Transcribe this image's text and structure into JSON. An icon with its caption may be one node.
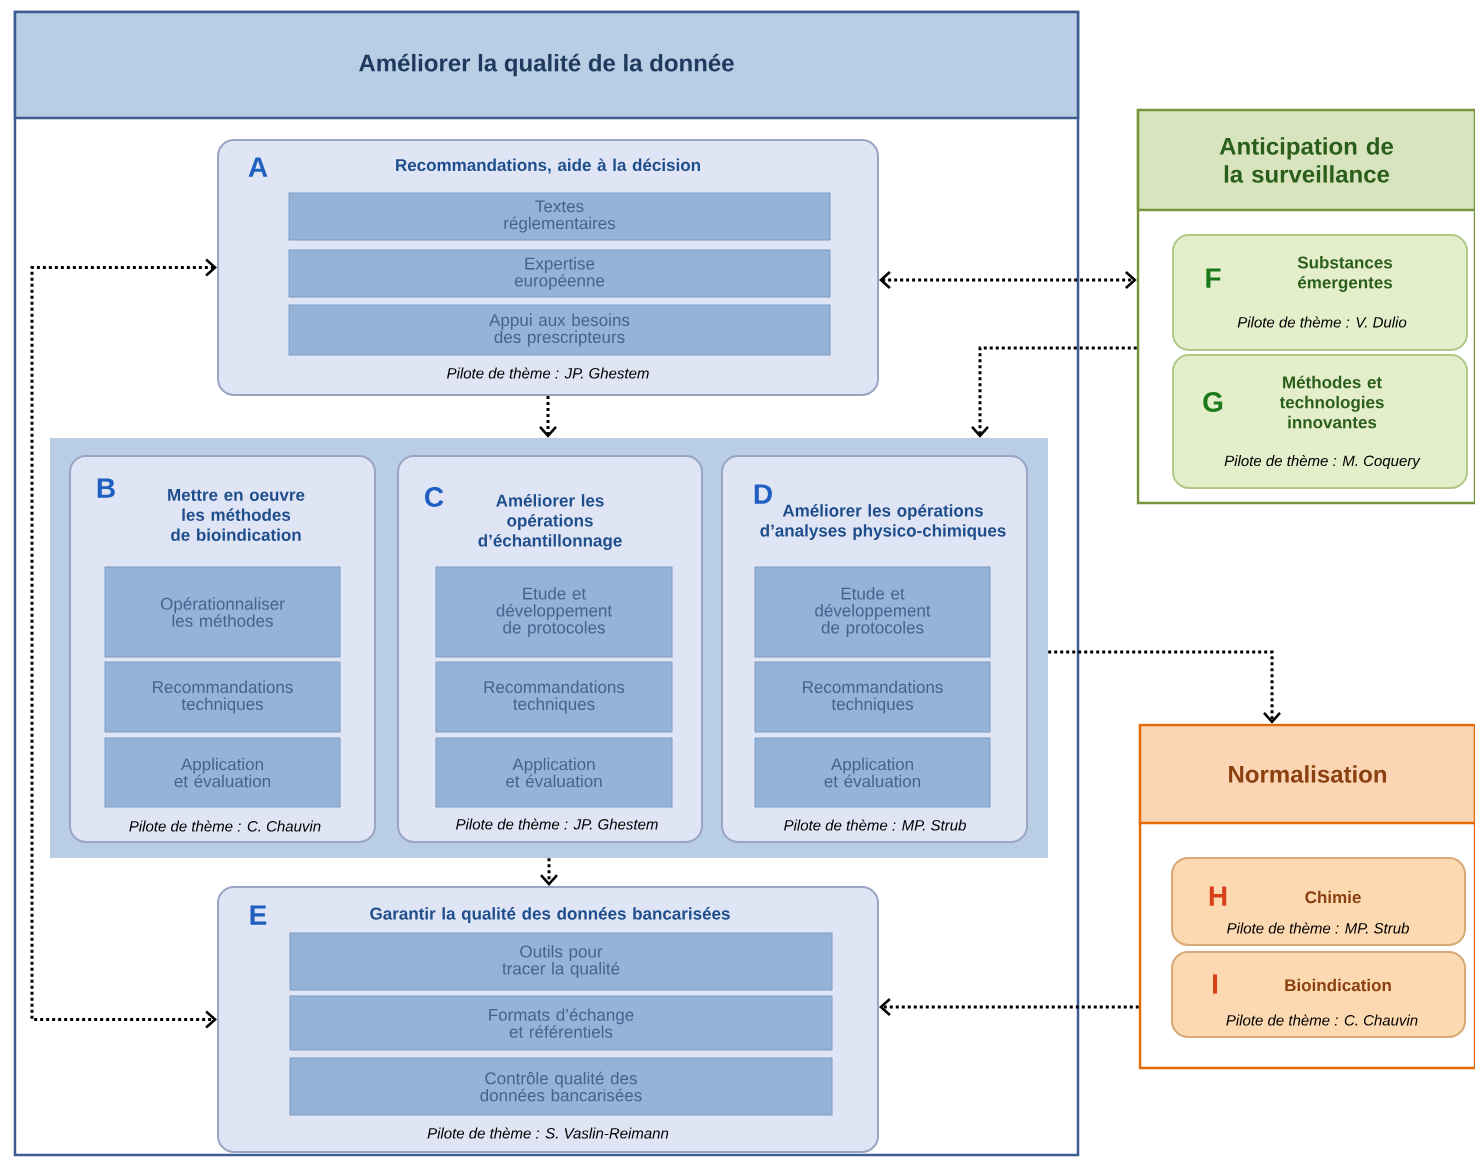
{
  "diagram": {
    "nodes": [
      {
        "text": [
          "Améliorer la qualité de la donnée"
        ]
      },
      {
        "text": [
          "A",
          "Recommandations, aide à la décision",
          "Pilote de thème : JP. Ghestem"
        ],
        "in": 0
      },
      {
        "text": [
          "Textes réglementaires"
        ],
        "in": 1
      },
      {
        "text": [
          "Expertise européenne"
        ],
        "in": 1
      },
      {
        "text": [
          "Appui aux besoins des prescripteurs"
        ],
        "in": 1
      },
      {
        "text": [],
        "shape": "box",
        "in": 0
      },
      {
        "text": [
          "B",
          "Mettre en oeuvre les méthodes de bioindication",
          "Pilote de thème : C. Chauvin"
        ],
        "in": 5
      },
      {
        "text": [
          "Opérationnaliser les méthodes"
        ],
        "in": 6
      },
      {
        "text": [
          "Recommandations techniques"
        ],
        "in": 6
      },
      {
        "text": [
          "Application et évaluation"
        ],
        "in": 6
      },
      {
        "text": [
          "C",
          "Améliorer les opérations d’échantillonnage",
          "Pilote de thème : JP. Ghestem"
        ],
        "in": 5
      },
      {
        "text": [
          "Etude et développement de protocoles"
        ],
        "in": 10
      },
      {
        "text": [
          "Recommandations techniques"
        ],
        "in": 10
      },
      {
        "text": [
          "Application et évaluation"
        ],
        "in": 10
      },
      {
        "text": [
          "D",
          "Améliorer les opérations d’analyses physico-chimiques",
          "Pilote de thème : MP. Strub"
        ],
        "in": 5
      },
      {
        "text": [
          "Etude et développement de protocoles"
        ],
        "in": 14
      },
      {
        "text": [
          "Recommandations techniques"
        ],
        "in": 14
      },
      {
        "text": [
          "Application et évaluation"
        ],
        "in": 14
      },
      {
        "text": [
          "E",
          "Garantir la qualité des données bancarisées",
          "Pilote de thème : S. Vaslin-Reimann"
        ],
        "in": 0
      },
      {
        "text": [
          "Outils pour tracer la qualité"
        ],
        "in": 18
      },
      {
        "text": [
          "Formats d’échange et référentiels"
        ],
        "in": 18
      },
      {
        "text": [
          "Contrôle qualité des données bancarisées"
        ],
        "in": 18
      },
      {
        "text": [
          "Anticipation de la surveillance"
        ]
      },
      {
        "text": [
          "F",
          "Substances émergentes",
          "Pilote de thème : V. Dulio"
        ],
        "in": 22
      },
      {
        "text": [
          "G",
          "Méthodes et technologies innovantes",
          "Pilote de thème : M. Coquery"
        ],
        "in": 22
      },
      {
        "text": [
          "Normalisation"
        ]
      },
      {
        "text": [
          "H",
          "Chimie",
          "Pilote de thème : MP. Strub"
        ],
        "in": 25
      },
      {
        "text": [
          "I",
          "Bioindication",
          "Pilote de thème : C. Chauvin"
        ],
        "in": 25
      }
    ],
    "edges": [
      {
        "from": 1,
        "to": 18,
        "arrow": "both"
      },
      {
        "from": 1,
        "to": 22,
        "arrow": "both"
      },
      {
        "from": 1,
        "to": 5,
        "arrow": "to"
      },
      {
        "from": 22,
        "to": 5,
        "arrow": "to"
      },
      {
        "from": 5,
        "to": 25,
        "arrow": "to"
      },
      {
        "from": 5,
        "to": 18,
        "arrow": "to"
      },
      {
        "from": 25,
        "to": 18,
        "arrow": "to"
      }
    ]
  }
}
